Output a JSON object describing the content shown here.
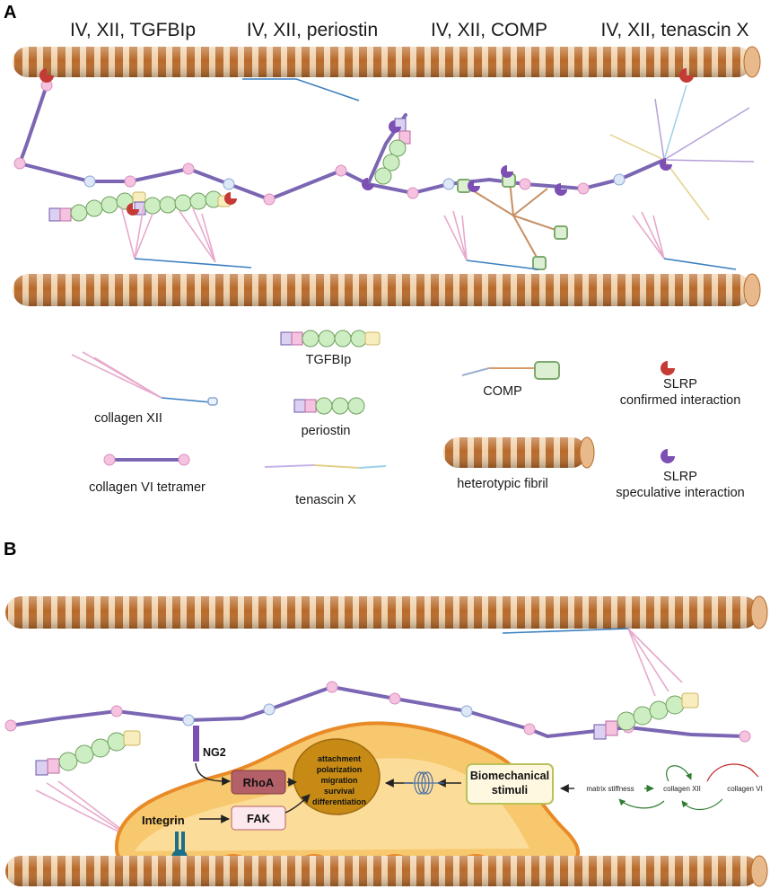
{
  "colors": {
    "fibril_dark": "#b86a2a",
    "fibril_light": "#f0d2ad",
    "collagen_vi": "#7b66b3",
    "collagen_xii": "#3b7fbf",
    "pink_domain": "#f5c3df",
    "green_domain": "#cdeec3",
    "lavender_domain": "#dcd0f2",
    "slrp_confirmed": "#c53a35",
    "slrp_speculative": "#7c4fb3",
    "cell_fill": "#f7c86d",
    "cell_border": "#e88a27",
    "nucleus": "#c68a15",
    "integrin": "#1a6f8a",
    "activate_arrow": "#2e7d32",
    "inhibit_arrow": "#c62828"
  },
  "panel_a": {
    "letter": "A",
    "columns": [
      "IV, XII, TGFBIp",
      "IV, XII, periostin",
      "IV, XII, COMP",
      "IV, XII, tenascin X"
    ],
    "legend": {
      "collagen_xii": "collagen XII",
      "collagen_vi_tetramer": "collagen VI tetramer",
      "tgfbip": "TGFBIp",
      "periostin": "periostin",
      "tenascin_x": "tenascin X",
      "comp": "COMP",
      "fibril": "heterotypic fibril",
      "slrp_confirmed_1": "SLRP",
      "slrp_confirmed_2": "confirmed interaction",
      "slrp_speculative_1": "SLRP",
      "slrp_speculative_2": "speculative interaction"
    }
  },
  "panel_b": {
    "letter": "B",
    "ng2": "NG2",
    "rhoa": "RhoA",
    "fak": "FAK",
    "integrin": "Integrin",
    "outcomes": [
      "attachment",
      "polarization",
      "migration",
      "survival",
      "differentiation"
    ],
    "biomech_1": "Biomechanical",
    "biomech_2": "stimuli",
    "matrix_stiffness": "matrix stiffness",
    "collagen_xii": "collagen XII",
    "collagen_vi": "collagen VI"
  }
}
